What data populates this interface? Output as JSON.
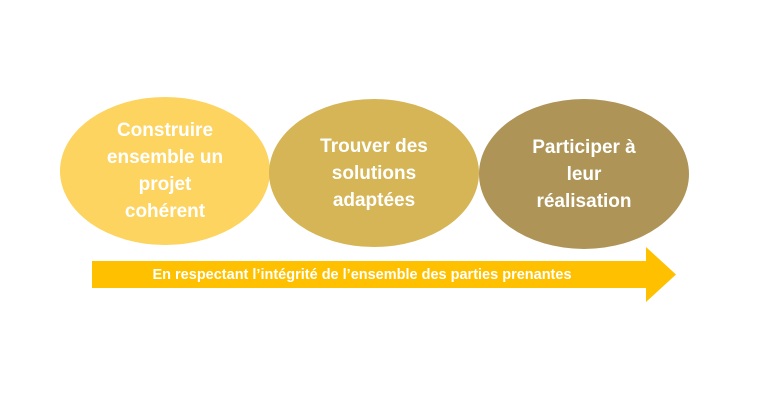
{
  "steps": [
    {
      "label": "Construire\nensemble un\nprojet\ncohérent",
      "color": "#FDD460"
    },
    {
      "label": "Trouver des\nsolutions\nadaptées",
      "color": "#D6B557"
    },
    {
      "label": "Participer à\nleur\nréalisation",
      "color": "#AE9557"
    }
  ],
  "arrow": {
    "label": "En respectant l’intégrité de l’ensemble des parties prenantes",
    "color": "#FFC000"
  }
}
